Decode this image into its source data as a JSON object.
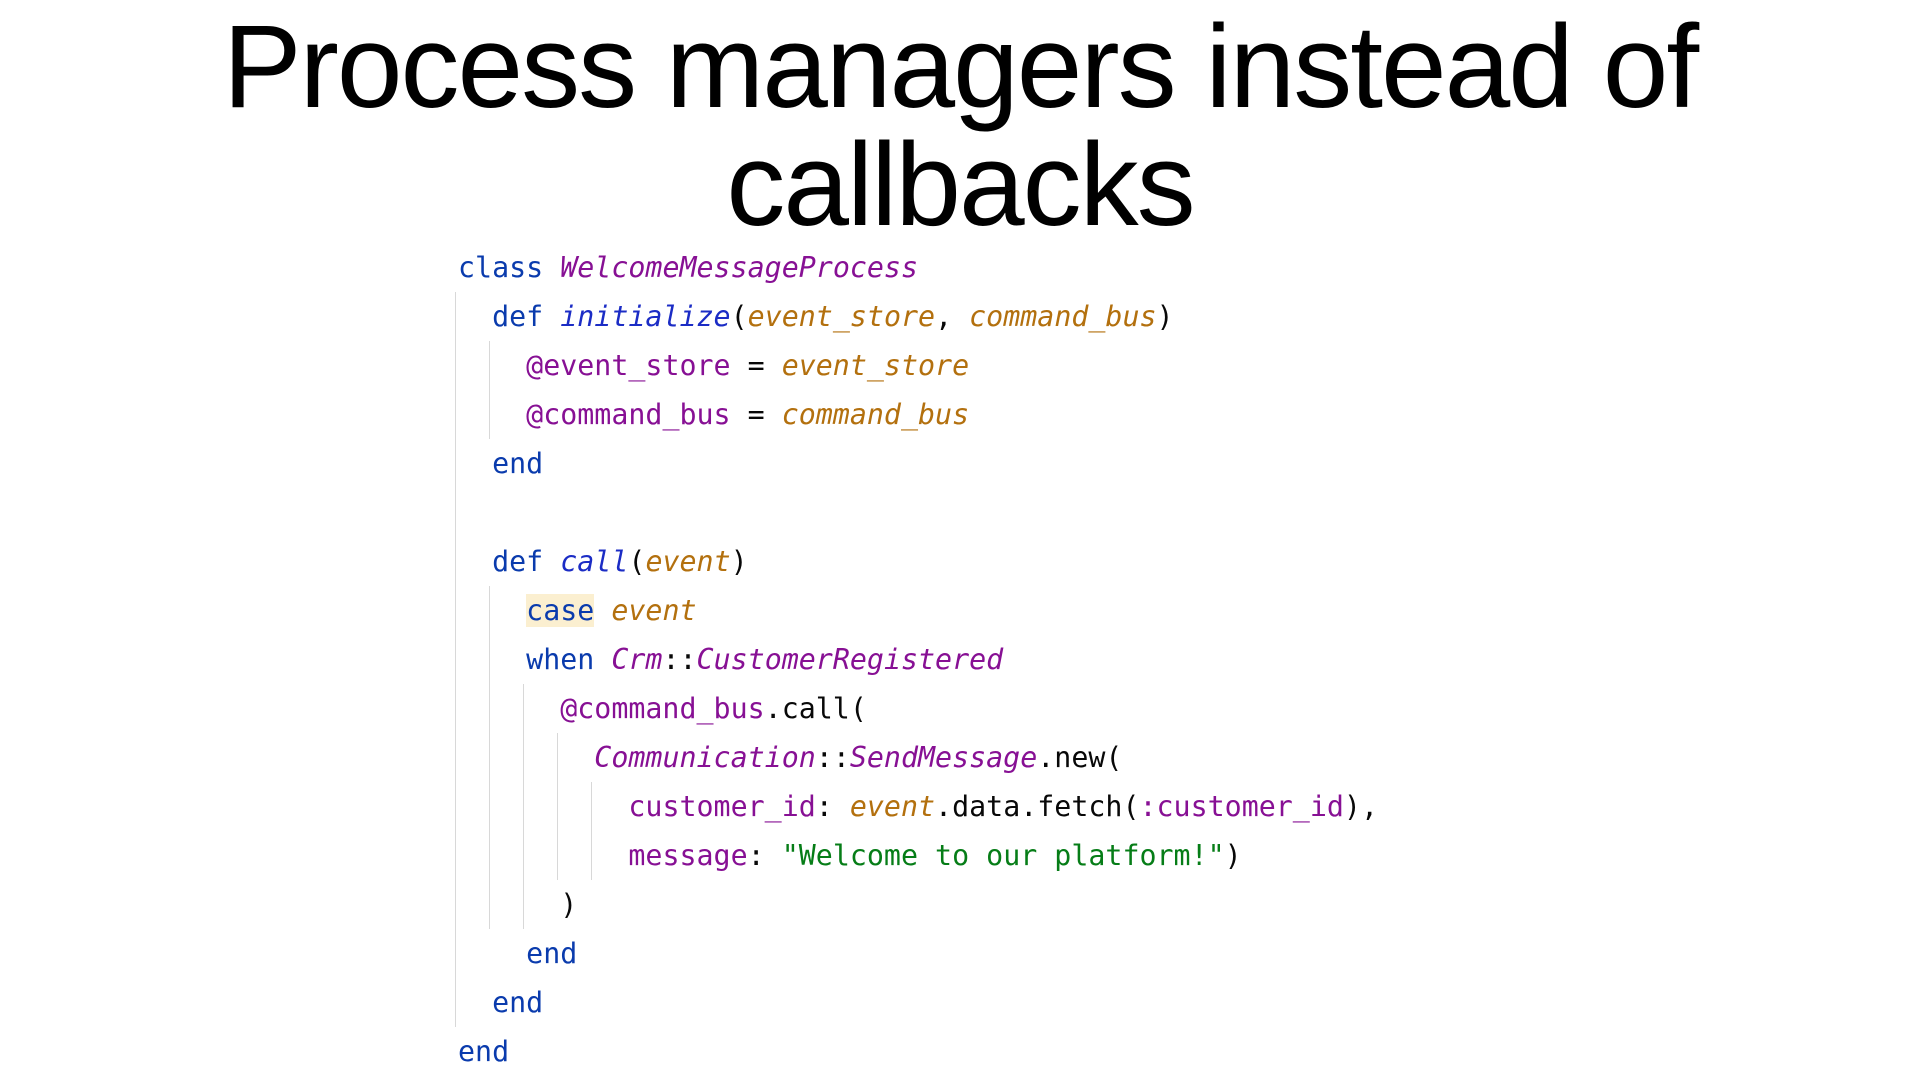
{
  "slide": {
    "title_line1": "Process managers instead of",
    "title_line2": "callbacks"
  },
  "code": {
    "lines": [
      [
        {
          "t": "class",
          "k": "kw"
        },
        {
          "t": " ",
          "k": "plain"
        },
        {
          "t": "WelcomeMessageProcess",
          "k": "cls"
        }
      ],
      [
        {
          "t": "  ",
          "k": "plain"
        },
        {
          "t": "def",
          "k": "kw"
        },
        {
          "t": " ",
          "k": "plain"
        },
        {
          "t": "initialize",
          "k": "meth"
        },
        {
          "t": "(",
          "k": "plain"
        },
        {
          "t": "event_store",
          "k": "param"
        },
        {
          "t": ", ",
          "k": "plain"
        },
        {
          "t": "command_bus",
          "k": "param"
        },
        {
          "t": ")",
          "k": "plain"
        }
      ],
      [
        {
          "t": "    ",
          "k": "plain"
        },
        {
          "t": "@event_store",
          "k": "ivar"
        },
        {
          "t": " = ",
          "k": "plain"
        },
        {
          "t": "event_store",
          "k": "param"
        }
      ],
      [
        {
          "t": "    ",
          "k": "plain"
        },
        {
          "t": "@command_bus",
          "k": "ivar"
        },
        {
          "t": " = ",
          "k": "plain"
        },
        {
          "t": "command_bus",
          "k": "param"
        }
      ],
      [
        {
          "t": "  ",
          "k": "plain"
        },
        {
          "t": "end",
          "k": "kw"
        }
      ],
      [],
      [
        {
          "t": "  ",
          "k": "plain"
        },
        {
          "t": "def",
          "k": "kw"
        },
        {
          "t": " ",
          "k": "plain"
        },
        {
          "t": "call",
          "k": "meth"
        },
        {
          "t": "(",
          "k": "plain"
        },
        {
          "t": "event",
          "k": "param"
        },
        {
          "t": ")",
          "k": "plain"
        }
      ],
      [
        {
          "t": "    ",
          "k": "plain"
        },
        {
          "t": "case",
          "k": "kw hl"
        },
        {
          "t": " ",
          "k": "plain"
        },
        {
          "t": "event",
          "k": "param"
        }
      ],
      [
        {
          "t": "    ",
          "k": "plain"
        },
        {
          "t": "when",
          "k": "kw"
        },
        {
          "t": " ",
          "k": "plain"
        },
        {
          "t": "Crm",
          "k": "cls"
        },
        {
          "t": "::",
          "k": "plain"
        },
        {
          "t": "CustomerRegistered",
          "k": "cls"
        }
      ],
      [
        {
          "t": "      ",
          "k": "plain"
        },
        {
          "t": "@command_bus",
          "k": "ivar"
        },
        {
          "t": ".call(",
          "k": "plain"
        }
      ],
      [
        {
          "t": "        ",
          "k": "plain"
        },
        {
          "t": "Communication",
          "k": "cls"
        },
        {
          "t": "::",
          "k": "plain"
        },
        {
          "t": "SendMessage",
          "k": "cls"
        },
        {
          "t": ".new(",
          "k": "plain"
        }
      ],
      [
        {
          "t": "          ",
          "k": "plain"
        },
        {
          "t": "customer_id",
          "k": "sym"
        },
        {
          "t": ": ",
          "k": "plain"
        },
        {
          "t": "event",
          "k": "param"
        },
        {
          "t": ".data.fetch(",
          "k": "plain"
        },
        {
          "t": ":customer_id",
          "k": "sym"
        },
        {
          "t": "),",
          "k": "plain"
        }
      ],
      [
        {
          "t": "          ",
          "k": "plain"
        },
        {
          "t": "message",
          "k": "sym"
        },
        {
          "t": ": ",
          "k": "plain"
        },
        {
          "t": "\"Welcome to our platform!\"",
          "k": "str"
        },
        {
          "t": ")",
          "k": "plain"
        }
      ],
      [
        {
          "t": "      ",
          "k": "plain"
        },
        {
          "t": ")",
          "k": "plain"
        }
      ],
      [
        {
          "t": "    ",
          "k": "plain"
        },
        {
          "t": "end",
          "k": "kw"
        }
      ],
      [
        {
          "t": "  ",
          "k": "plain"
        },
        {
          "t": "end",
          "k": "kw"
        }
      ],
      [
        {
          "t": "end",
          "k": "kw"
        }
      ]
    ]
  }
}
